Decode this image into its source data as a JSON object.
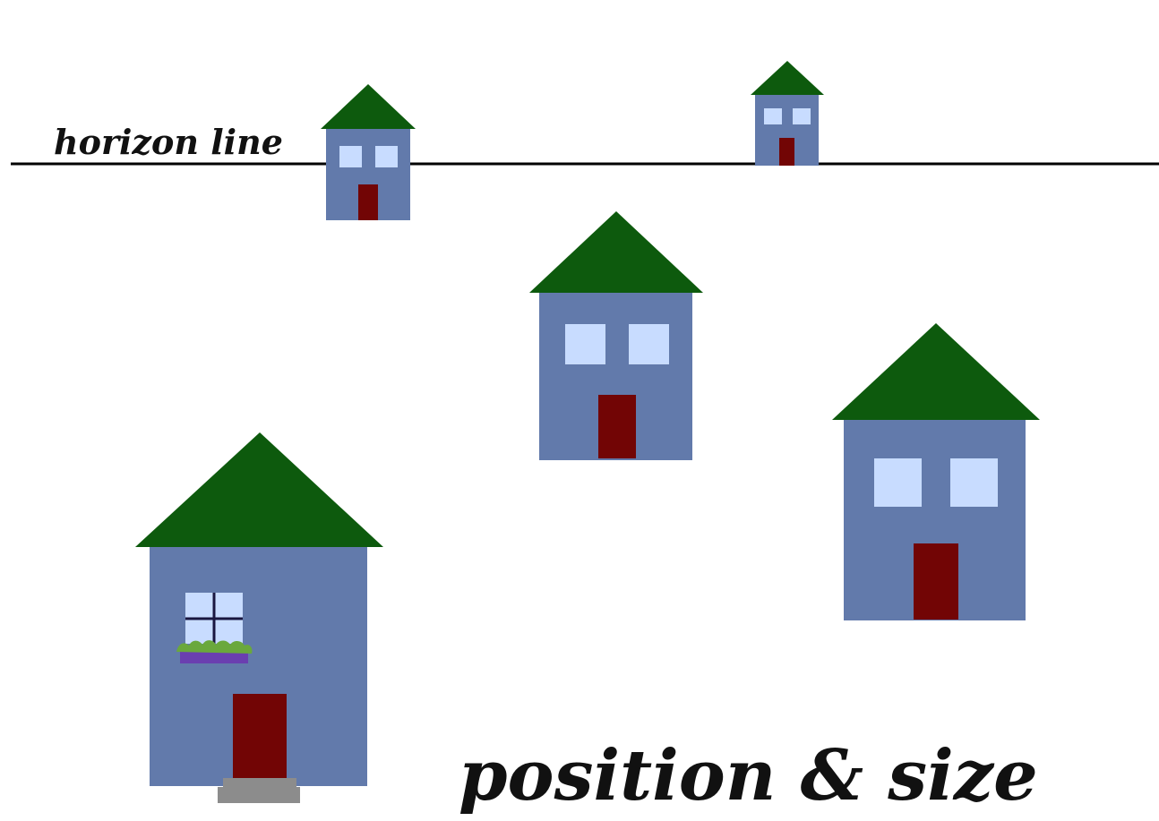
{
  "labels": {
    "horizon": "horizon line",
    "caption": "position & size"
  },
  "colors": {
    "background": "#ffffff",
    "horizon": "#000000",
    "wall": "#627aab",
    "roof": "#0d5a0d",
    "window": "#c8dcff",
    "door": "#720505",
    "window_frame": "#1a1740",
    "flower_box": "#6a3fb0",
    "plants": "#6aa83c",
    "step": "#8c8c8c"
  },
  "houses": [
    {
      "name": "house-far-left"
    },
    {
      "name": "house-far-right"
    },
    {
      "name": "house-middle"
    },
    {
      "name": "house-right"
    },
    {
      "name": "house-front"
    }
  ]
}
